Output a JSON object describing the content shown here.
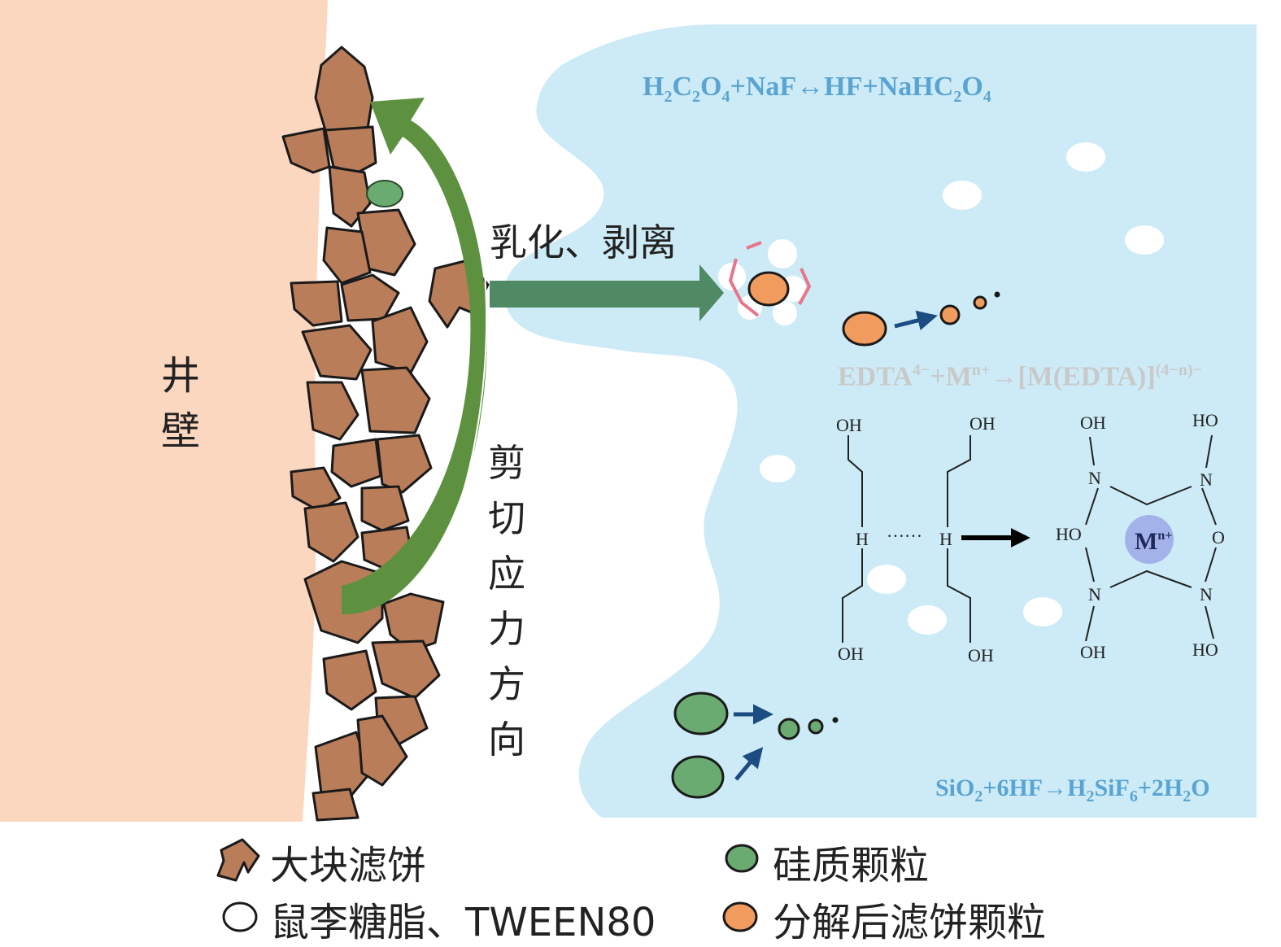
{
  "wall_label_line1": "井",
  "wall_label_line2": "壁",
  "action_emulsify": "乳化、剥离",
  "action_shear": [
    "剪",
    "切",
    "应",
    "力",
    "方",
    "向"
  ],
  "equations": {
    "oxalic": {
      "a": "H",
      "s1": "2",
      "b": "C",
      "s2": "2",
      "c": "O",
      "s3": "4",
      "d": "+NaF↔HF+NaHC",
      "s4": "2",
      "e": "O",
      "s5": "4"
    },
    "edta": {
      "a": "EDTA",
      "sup1": "4−",
      "b": "+M",
      "sup2": "n+",
      "c": "→[M(EDTA)]",
      "sup3": "(4−n)−"
    },
    "silica": {
      "a": "SiO",
      "s1": "2",
      "b": "+6HF→H",
      "s2": "2",
      "c": "SiF",
      "s3": "6",
      "d": "+2H",
      "s4": "2",
      "e": "O"
    }
  },
  "chem": {
    "oh": "OH",
    "ho": "HO",
    "h": "H",
    "n": "N",
    "o": "O",
    "dots": "……",
    "metal": "M",
    "metal_sup": "n+"
  },
  "legend": {
    "large_filter_cake": "大块滤饼",
    "silica_particles": "硅质颗粒",
    "surfactants": "鼠李糖脂、TWEEN80",
    "decomposed_particles": "分解后滤饼颗粒"
  },
  "colors": {
    "wall": "#fbd7bf",
    "fluid": "#cdebf6",
    "cake": "#b97d5a",
    "cake_stroke": "#1a1a1a",
    "arrow_green": "#5d9140",
    "arrow_dark_green": "#4f8a64",
    "silica": "#6aab72",
    "decomposed": "#f29b5e",
    "bubble": "#ffffff",
    "equation_blue": "#5aa4d3",
    "equation_grey": "#c9c9c9",
    "small_arrow": "#1c4d82",
    "metal_circle": "#a3b2e9",
    "pink": "#e8758b"
  }
}
